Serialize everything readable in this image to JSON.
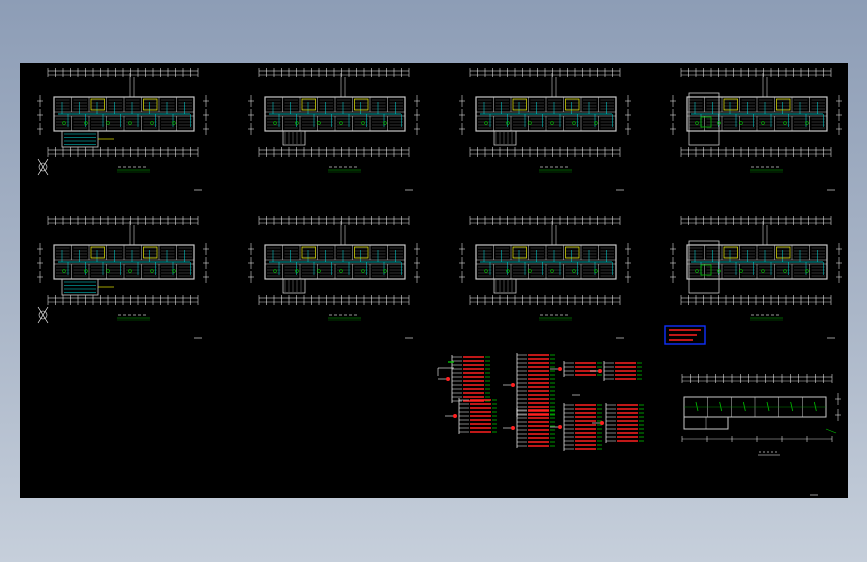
{
  "viewport": {
    "background": "#8d9db6"
  },
  "sheet": {
    "background": "#000000"
  },
  "palette": {
    "wall": "#c8c8c8",
    "grid": "#ffffff",
    "wire": "#00e0e0",
    "equip": "#00c000",
    "accent": "#e8e800",
    "highlight": "#ff2020",
    "legend_border": "#1030ff",
    "text": "#ffffff"
  },
  "plans": [
    {
      "id": "plan-1",
      "variant": "ground"
    },
    {
      "id": "plan-2",
      "variant": "standard"
    },
    {
      "id": "plan-3",
      "variant": "standard"
    },
    {
      "id": "plan-4",
      "variant": "top"
    },
    {
      "id": "plan-5",
      "variant": "ground"
    },
    {
      "id": "plan-6",
      "variant": "standard"
    },
    {
      "id": "plan-7",
      "variant": "standard"
    },
    {
      "id": "plan-8",
      "variant": "top"
    }
  ],
  "diagram_blocks": [
    {
      "id": "block-a",
      "rows": 12
    },
    {
      "id": "block-b",
      "rows": 16
    },
    {
      "id": "block-c",
      "rows": 4
    },
    {
      "id": "block-d",
      "rows": 5
    },
    {
      "id": "block-e",
      "rows": 9
    },
    {
      "id": "block-f",
      "rows": 10
    },
    {
      "id": "block-g",
      "rows": 12
    },
    {
      "id": "block-h",
      "rows": 10
    }
  ],
  "legend_box": {
    "lines": 3
  },
  "roof_plan": {
    "bays": 6
  }
}
